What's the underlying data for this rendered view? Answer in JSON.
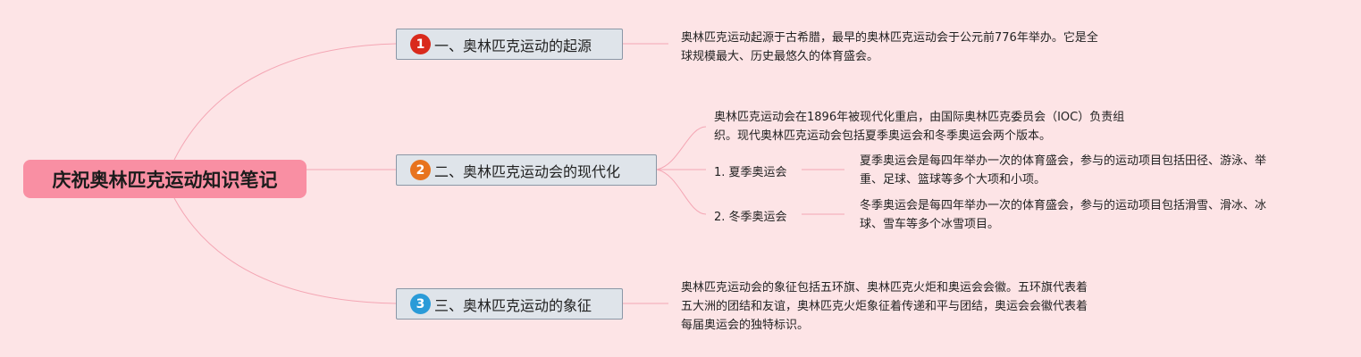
{
  "root": {
    "title": "庆祝奥林匹克运动知识笔记"
  },
  "branches": [
    {
      "number": "1",
      "label": "一、奥林匹克运动的起源",
      "badge_color": "#d92a1c",
      "notes": [
        "奥林匹克运动起源于古希腊，最早的奥林匹克运动会于公元前776年举办。它是全",
        "球规模最大、历史最悠久的体育盛会。"
      ]
    },
    {
      "number": "2",
      "label": "二、奥林匹克运动会的现代化",
      "badge_color": "#e8731e",
      "notes": [
        "奥林匹克运动会在1896年被现代化重启，由国际奥林匹克委员会（IOC）负责组",
        "织。现代奥林匹克运动会包括夏季奥运会和冬季奥运会两个版本。"
      ],
      "children": [
        {
          "label": "1. 夏季奥运会",
          "notes": [
            "夏季奥运会是每四年举办一次的体育盛会，参与的运动项目包括田径、游泳、举",
            "重、足球、篮球等多个大项和小项。"
          ]
        },
        {
          "label": "2. 冬季奥运会",
          "notes": [
            "冬季奥运会是每四年举办一次的体育盛会，参与的运动项目包括滑雪、滑冰、冰",
            "球、雪车等多个冰雪项目。"
          ]
        }
      ]
    },
    {
      "number": "3",
      "label": "三、奥林匹克运动的象征",
      "badge_color": "#2a9bd8",
      "notes": [
        "奥林匹克运动会的象征包括五环旗、奥林匹克火炬和奥运会会徽。五环旗代表着",
        "五大洲的团结和友谊，奥林匹克火炬象征着传递和平与团结，奥运会会徽代表着",
        "每届奥运会的独特标识。"
      ]
    }
  ],
  "colors": {
    "link": "#f4a6b4",
    "root_fill": "#f98fa3",
    "background": "#fde4e6"
  }
}
